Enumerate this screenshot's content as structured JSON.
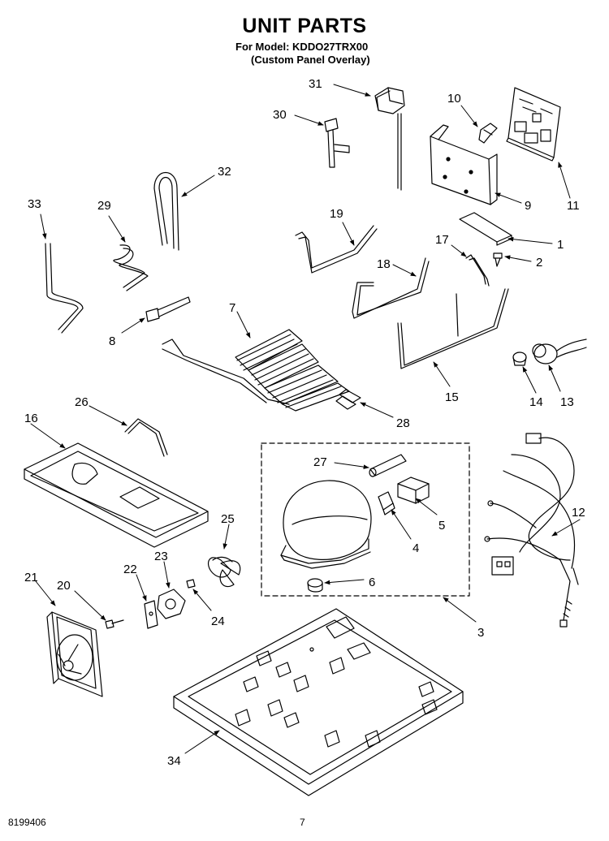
{
  "title": "UNIT PARTS",
  "model_line": "For Model: KDDO27TRX00",
  "overlay_line": "(Custom Panel Overlay)",
  "callouts": {
    "c1": "1",
    "c2": "2",
    "c3": "3",
    "c4": "4",
    "c5": "5",
    "c6": "6",
    "c7": "7",
    "c8": "8",
    "c9": "9",
    "c10": "10",
    "c11": "11",
    "c12": "12",
    "c13": "13",
    "c14": "14",
    "c15": "15",
    "c16": "16",
    "c17": "17",
    "c18": "18",
    "c19": "19",
    "c20": "20",
    "c21": "21",
    "c22": "22",
    "c23": "23",
    "c24": "24",
    "c25": "25",
    "c26": "26",
    "c27": "27",
    "c28": "28",
    "c29": "29",
    "c30": "30",
    "c31": "31",
    "c32": "32",
    "c33": "33",
    "c34": "34"
  },
  "footer": {
    "doc_number": "8199406",
    "page_number": "7"
  }
}
